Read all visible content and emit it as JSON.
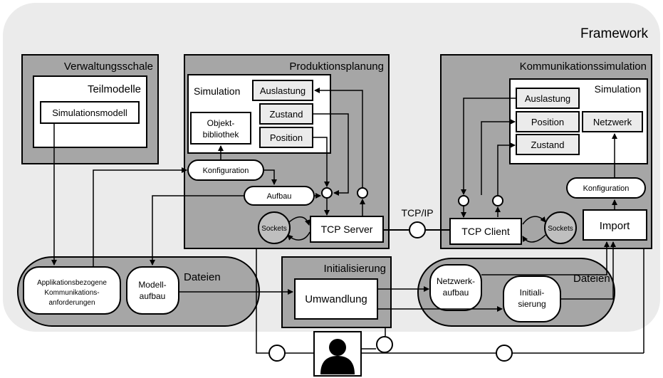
{
  "framework": {
    "label": "Framework"
  },
  "verwaltungsschale": {
    "title": "Verwaltungsschale",
    "teilmodelle": "Teilmodelle",
    "simulationsmodell": "Simulationsmodell"
  },
  "produktionsplanung": {
    "title": "Produktionsplanung",
    "simulation": "Simulation",
    "auslastung": "Auslastung",
    "zustand": "Zustand",
    "position": "Position",
    "objektbibliothek_line1": "Objekt-",
    "objektbibliothek_line2": "bibliothek",
    "konfiguration": "Konfiguration",
    "aufbau": "Aufbau",
    "sockets": "Sockets",
    "tcp_server": "TCP Server"
  },
  "tcpip": "TCP/IP",
  "kommunikationssimulation": {
    "title": "Kommunikationssimulation",
    "simulation": "Simulation",
    "auslastung": "Auslastung",
    "position": "Position",
    "netzwerk": "Netzwerk",
    "zustand": "Zustand",
    "konfiguration": "Konfiguration",
    "import": "Import",
    "sockets": "Sockets",
    "tcp_client": "TCP Client"
  },
  "dateien_left": {
    "label": "Dateien",
    "app_line1": "Applikationsbezogene",
    "app_line2": "Kommunikations-",
    "app_line3": "anforderungen",
    "modell_line1": "Modell-",
    "modell_line2": "aufbau"
  },
  "initialisierung": {
    "title": "Initialisierung",
    "umwandlung": "Umwandlung"
  },
  "dateien_right": {
    "label": "Dateien",
    "netz_line1": "Netzwerk-",
    "netz_line2": "aufbau",
    "init_line1": "Initiali-",
    "init_line2": "sierung"
  },
  "user": {
    "icon": "person-icon"
  },
  "colors": {
    "framework_bg": "#ebebeb",
    "box_gray": "#a6a6a6",
    "stroke": "#000000",
    "white": "#ffffff"
  }
}
